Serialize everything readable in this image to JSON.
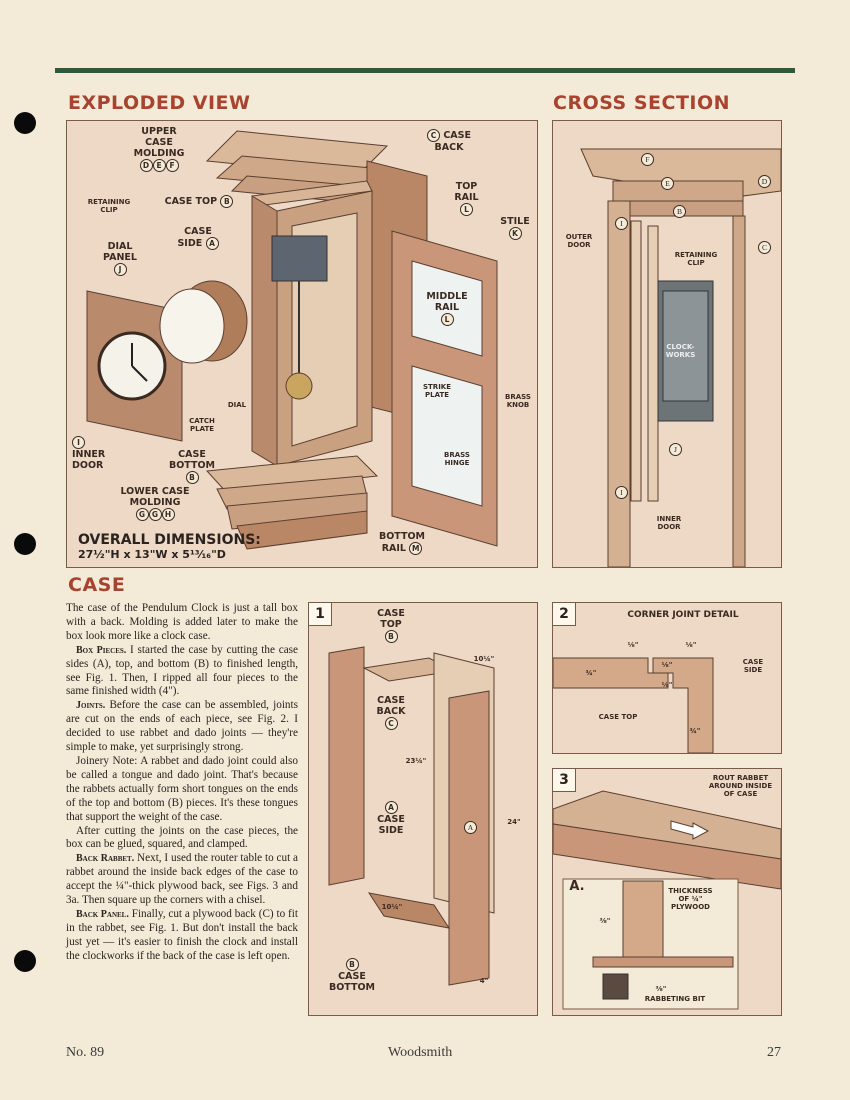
{
  "sections": {
    "exploded": "EXPLODED VIEW",
    "cross": "CROSS SECTION",
    "case": "CASE"
  },
  "exploded_labels": {
    "upper_case_molding": "UPPER CASE MOLDING",
    "upper_letters": [
      "D",
      "E",
      "F"
    ],
    "case_back": "CASE BACK",
    "case_back_letter": "C",
    "top_rail": "TOP RAIL",
    "top_rail_letter": "L",
    "stile": "STILE",
    "stile_letter": "K",
    "retaining_clip": "RETAINING CLIP",
    "case_top": "CASE TOP",
    "case_top_letter": "B",
    "case_side": "CASE SIDE",
    "case_side_letter": "A",
    "dial_panel": "DIAL PANEL",
    "dial_panel_letter": "J",
    "middle_rail": "MIDDLE RAIL",
    "middle_rail_letter": "L",
    "strike_plate": "STRIKE PLATE",
    "brass_knob": "BRASS KNOB",
    "catch_plate": "CATCH PLATE",
    "dial": "DIAL",
    "inner_door": "INNER DOOR",
    "inner_door_letter": "I",
    "case_bottom": "CASE BOTTOM",
    "case_bottom_letter": "B",
    "brass_hinge": "BRASS HINGE",
    "lower_case_molding": "LOWER CASE MOLDING",
    "lower_letters": [
      "G",
      "G",
      "H"
    ],
    "bottom_rail": "BOTTOM RAIL",
    "bottom_rail_letter": "M",
    "overall_title": "OVERALL DIMENSIONS:",
    "overall_value": "27½\"H x 13\"W x 5¹³⁄₁₆\"D"
  },
  "cross_labels": {
    "outer_door": "OUTER DOOR",
    "retaining_clip": "RETAINING CLIP",
    "clockworks": "CLOCK-WORKS",
    "inner_door": "INNER DOOR",
    "letters": [
      "F",
      "E",
      "D",
      "B",
      "C",
      "I",
      "J",
      "I"
    ]
  },
  "fig1": {
    "num": "1",
    "case_top": "CASE TOP",
    "case_top_letter": "B",
    "case_back": "CASE BACK",
    "case_back_letter": "C",
    "case_side": "CASE SIDE",
    "case_side_letter": "A",
    "side_letter": "A",
    "case_bottom": "CASE BOTTOM",
    "case_bottom_letter": "B",
    "dim_top_width": "10¼\"",
    "dim_back_height": "23¼\"",
    "dim_side_height": "24\"",
    "dim_bottom_width": "10¼\"",
    "dim_depth": "4\""
  },
  "fig2": {
    "num": "2",
    "title": "CORNER JOINT DETAIL",
    "case_side": "CASE SIDE",
    "case_top": "CASE TOP",
    "d1": "⅛\"",
    "d2": "⅛\"",
    "d3": "⅛\"",
    "d4": "⅛\"",
    "d5": "¾\"",
    "d6": "¾\""
  },
  "fig3": {
    "num": "3",
    "rout_label": "ROUT RABBET AROUND INSIDE OF CASE",
    "sub": "a.",
    "thickness": "THICKNESS OF ¼\" PLYWOOD",
    "d1": "⅜\"",
    "d2": "⅜\"",
    "bit": "RABBETING BIT"
  },
  "article": {
    "p1": "The case of the Pendulum Clock is just a tall box with a back. Molding is added later to make the box look more like a clock case.",
    "p2_head": "Box Pieces.",
    "p2": " I started the case by cutting the case sides (A), top, and bottom (B) to finished length, see Fig. 1. Then, I ripped all four pieces to the same finished width (4\").",
    "p3_head": "Joints.",
    "p3": " Before the case can be assembled, joints are cut on the ends of each piece, see Fig. 2. I decided to use rabbet and dado joints — they're simple to make, yet surprisingly strong.",
    "p4": "Joinery Note: A rabbet and dado joint could also be called a tongue and dado joint. That's because the rabbets actually form short tongues on the ends of the top and bottom (B) pieces. It's these tongues that support the weight of the case.",
    "p5": "After cutting the joints on the case pieces, the box can be glued, squared, and clamped.",
    "p6_head": "Back Rabbet.",
    "p6": " Next, I used the router table to cut a rabbet around the inside back edges of the case to accept the ¼\"-thick plywood back, see Figs. 3 and 3a. Then square up the corners with a chisel.",
    "p7_head": "Back Panel.",
    "p7": " Finally, cut a plywood back (C) to fit in the rabbet, see Fig. 1. But don't install the back just yet — it's easier to finish the clock and install the clockworks if the back of the case is left open."
  },
  "footer": {
    "issue": "No. 89",
    "magazine": "Woodsmith",
    "page": "27"
  },
  "colors": {
    "page": "#f3ead7",
    "panel": "#edd9c5",
    "heading": "#a8432f",
    "rule": "#2f5a3c"
  }
}
